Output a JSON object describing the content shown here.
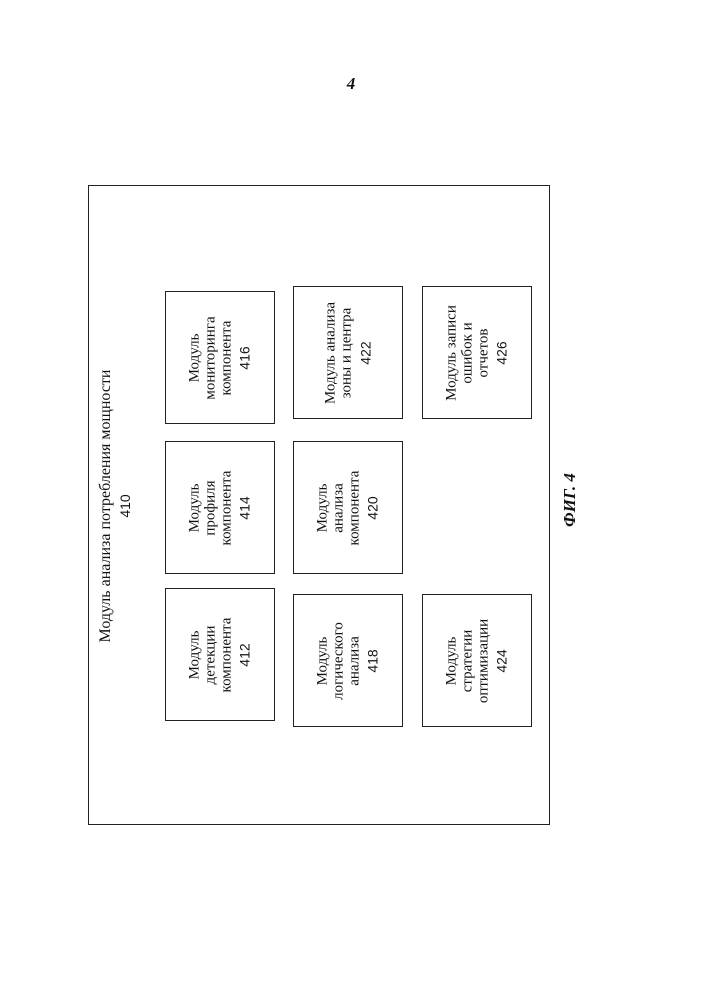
{
  "page_number": "4",
  "outer": {
    "title": "Модуль анализа потребления мощности",
    "number": "410"
  },
  "modules": [
    {
      "id": "412",
      "lines": [
        "Модуль",
        "детекции",
        "компонента"
      ]
    },
    {
      "id": "414",
      "lines": [
        "Модуль",
        "профиля",
        "компонента"
      ]
    },
    {
      "id": "416",
      "lines": [
        "Модуль",
        "мониторинга",
        "компонента"
      ]
    },
    {
      "id": "418",
      "lines": [
        "Модуль",
        "логического",
        "анализа"
      ]
    },
    {
      "id": "420",
      "lines": [
        "Модуль",
        "анализа",
        "компонента"
      ]
    },
    {
      "id": "422",
      "lines": [
        "Модуль анализа",
        "зоны и центра"
      ]
    },
    {
      "id": "424",
      "lines": [
        "Модуль",
        "стратегии",
        "оптимизации"
      ]
    },
    {
      "id": "426",
      "lines": [
        "Модуль записи",
        "ошибок и",
        "отчетов"
      ]
    }
  ],
  "figure_caption": "ФИГ. 4"
}
